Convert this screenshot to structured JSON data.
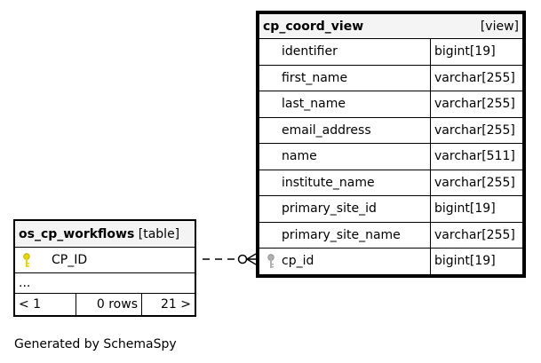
{
  "view_table": {
    "name": "cp_coord_view",
    "kind": "[view]",
    "columns": [
      {
        "name": "identifier",
        "type": "bigint[19]",
        "key": false
      },
      {
        "name": "first_name",
        "type": "varchar[255]",
        "key": false
      },
      {
        "name": "last_name",
        "type": "varchar[255]",
        "key": false
      },
      {
        "name": "email_address",
        "type": "varchar[255]",
        "key": false
      },
      {
        "name": "name",
        "type": "varchar[511]",
        "key": false
      },
      {
        "name": "institute_name",
        "type": "varchar[255]",
        "key": false
      },
      {
        "name": "primary_site_id",
        "type": "bigint[19]",
        "key": false
      },
      {
        "name": "primary_site_name",
        "type": "varchar[255]",
        "key": false
      },
      {
        "name": "cp_id",
        "type": "bigint[19]",
        "key": true
      }
    ]
  },
  "workflow_table": {
    "name": "os_cp_workflows",
    "kind": "[table]",
    "column": "CP_ID",
    "ellipsis": "...",
    "footer": {
      "parents": "< 1",
      "rows": "0 rows",
      "children": "21 >"
    }
  },
  "footer_text": "Generated by SchemaSpy",
  "colors": {
    "primary_key": "#e6d800",
    "foreign_key": "#b0b0b0",
    "header_bg": "#f4f4f4"
  }
}
